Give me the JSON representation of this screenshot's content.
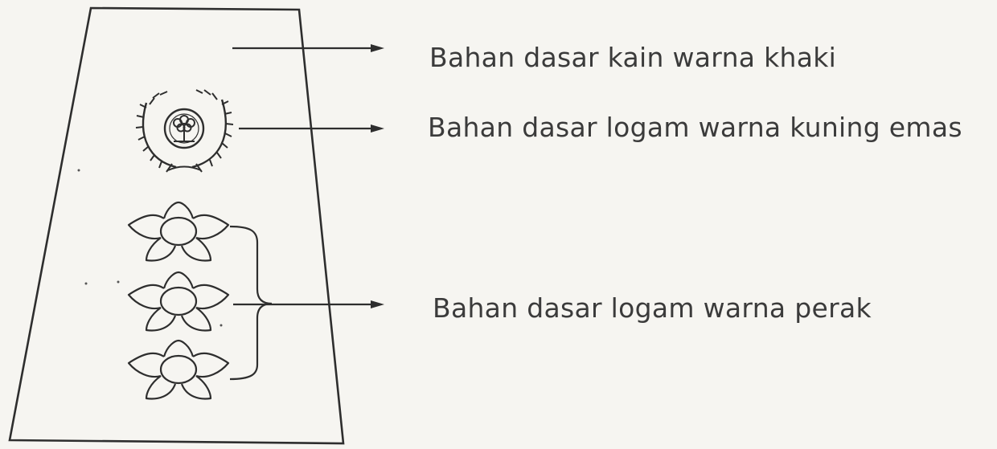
{
  "labels": {
    "fabric": "Bahan dasar kain warna khaki",
    "emblem": "Bahan dasar logam warna kuning emas",
    "flowers": "Bahan dasar logam warna perak"
  },
  "colors": {
    "ink": "#2e2e2e",
    "text": "#3b3b3b",
    "paper": "#f6f5f1"
  },
  "icons": {
    "emblem": "wreath-emblem-icon",
    "flower": "flower-rank-icon"
  }
}
